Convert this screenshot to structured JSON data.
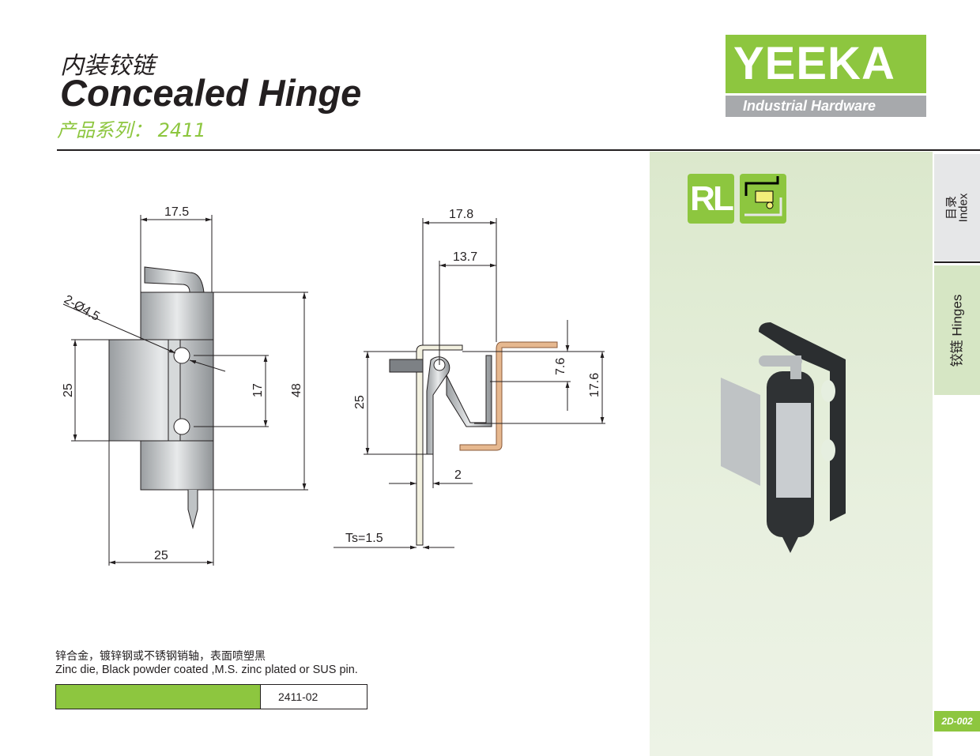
{
  "header": {
    "title_cn": "内装铰链",
    "title_en": "Concealed Hinge",
    "series_label": "产品系列：  2411"
  },
  "logo": {
    "brand": "YEEKA",
    "tagline": "Industrial Hardware"
  },
  "badges": {
    "rl": "RL"
  },
  "tabs": [
    {
      "label": "目录\nIndex",
      "cn": "目录",
      "en": "Index"
    },
    {
      "cn": "铰链",
      "en": "Hinges"
    }
  ],
  "drawing": {
    "front": {
      "top_width": "17.5",
      "holes": "2-Ø4.5",
      "left_height": "25",
      "hole_spacing": "17",
      "total_height": "48",
      "bottom_width": "25"
    },
    "side": {
      "width_a": "17.8",
      "width_b": "13.7",
      "height_a": "25",
      "offset": "7.6",
      "height_b": "17.6",
      "gap": "2",
      "thickness": "Ts=1.5"
    }
  },
  "material": {
    "cn": "锌合金，镀锌钢或不锈钢销轴，表面喷塑黑",
    "en": "Zinc die, Black powder coated ,M.S. zinc plated or SUS pin."
  },
  "part_number": "2411-02",
  "page": "2D-002",
  "colors": {
    "brand": "#8dc63f",
    "gray": "#a7a9ac",
    "panel": "#e0ebd4"
  }
}
